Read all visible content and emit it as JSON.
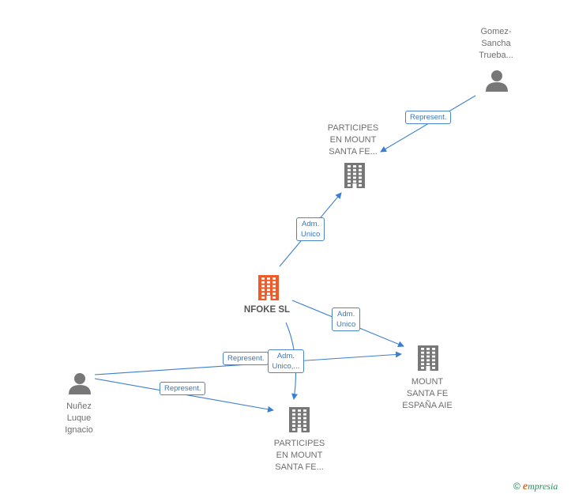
{
  "nodes": [
    {
      "id": "nfoke",
      "label": "NFOKE SL",
      "type": "company",
      "main": true
    },
    {
      "id": "participes_top",
      "label": "PARTICIPES\nEN MOUNT\nSANTA FE...",
      "type": "company"
    },
    {
      "id": "participes_bottom",
      "label": "PARTICIPES\nEN MOUNT\nSANTA FE...",
      "type": "company"
    },
    {
      "id": "mount",
      "label": "MOUNT\nSANTA FE\nESPAÑA AIE",
      "type": "company"
    },
    {
      "id": "gomez",
      "label": "Gomez-\nSancha\nTrueba...",
      "type": "person"
    },
    {
      "id": "nunez",
      "label": "Nuñez\nLuque\nIgnacio",
      "type": "person"
    }
  ],
  "edges": [
    {
      "from": "gomez",
      "to": "participes_top",
      "label": "Represent."
    },
    {
      "from": "nfoke",
      "to": "participes_top",
      "label": "Adm.\nUnico"
    },
    {
      "from": "nfoke",
      "to": "mount",
      "label": "Adm.\nUnico"
    },
    {
      "from": "nfoke",
      "to": "participes_bottom",
      "label": "Adm.\nUnico,..."
    },
    {
      "from": "nunez",
      "to": "mount",
      "label": "Represent."
    },
    {
      "from": "nunez",
      "to": "participes_bottom",
      "label": "Represent."
    }
  ],
  "colors": {
    "edge": "#3b7fcf",
    "company": "#777777",
    "main_company": "#f05a28",
    "person": "#777777"
  },
  "footer": {
    "copyright": "©",
    "brand_initial": "e",
    "brand_rest": "mpresia"
  }
}
